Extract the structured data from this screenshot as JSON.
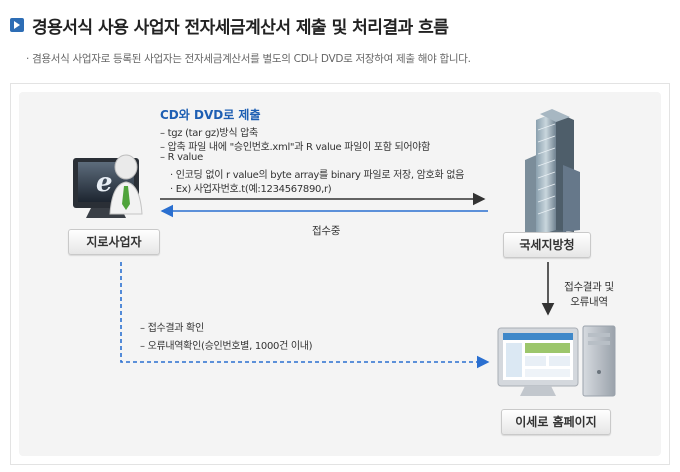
{
  "header": {
    "title": "경용서식 사용 사업자 전자세금계산서 제출 및 처리결과 흐름",
    "subtitle": "· 겸용서식 사업자로 등록된 사업자는 전자세금계산서를 별도의 CD나 DVD로 저장하여 제출 해야 합니다."
  },
  "nodes": {
    "taxpayer": "지로사업자",
    "nts": "국세지방청",
    "homepage": "이세로 홈페이지"
  },
  "submit": {
    "title": "CD와 DVD로 제출",
    "line1": "– tgz (tar gz)방식 압축",
    "line2": "– 압축 파일 내에 \"승인번호.xml\"과 R value 파일이 포함 되어야함",
    "line3": "– R value",
    "line4": "· 인코딩 없이 r value의 byte array를 binary 파일로 저장, 암호화 없음",
    "line5": "· Ex) 사업자번호.t(예:1234567890,r)"
  },
  "receipt_label": "접수중",
  "result_label_1": "접수결과 및",
  "result_label_2": "오류내역",
  "check": {
    "line1": "– 접수결과 확인",
    "line2": "– 오류내역확인(승인번호별, 1000건 이내)"
  },
  "colors": {
    "arrow_dark": "#333333",
    "arrow_blue": "#2a6fd0",
    "title_blue": "#1e5fb3"
  }
}
